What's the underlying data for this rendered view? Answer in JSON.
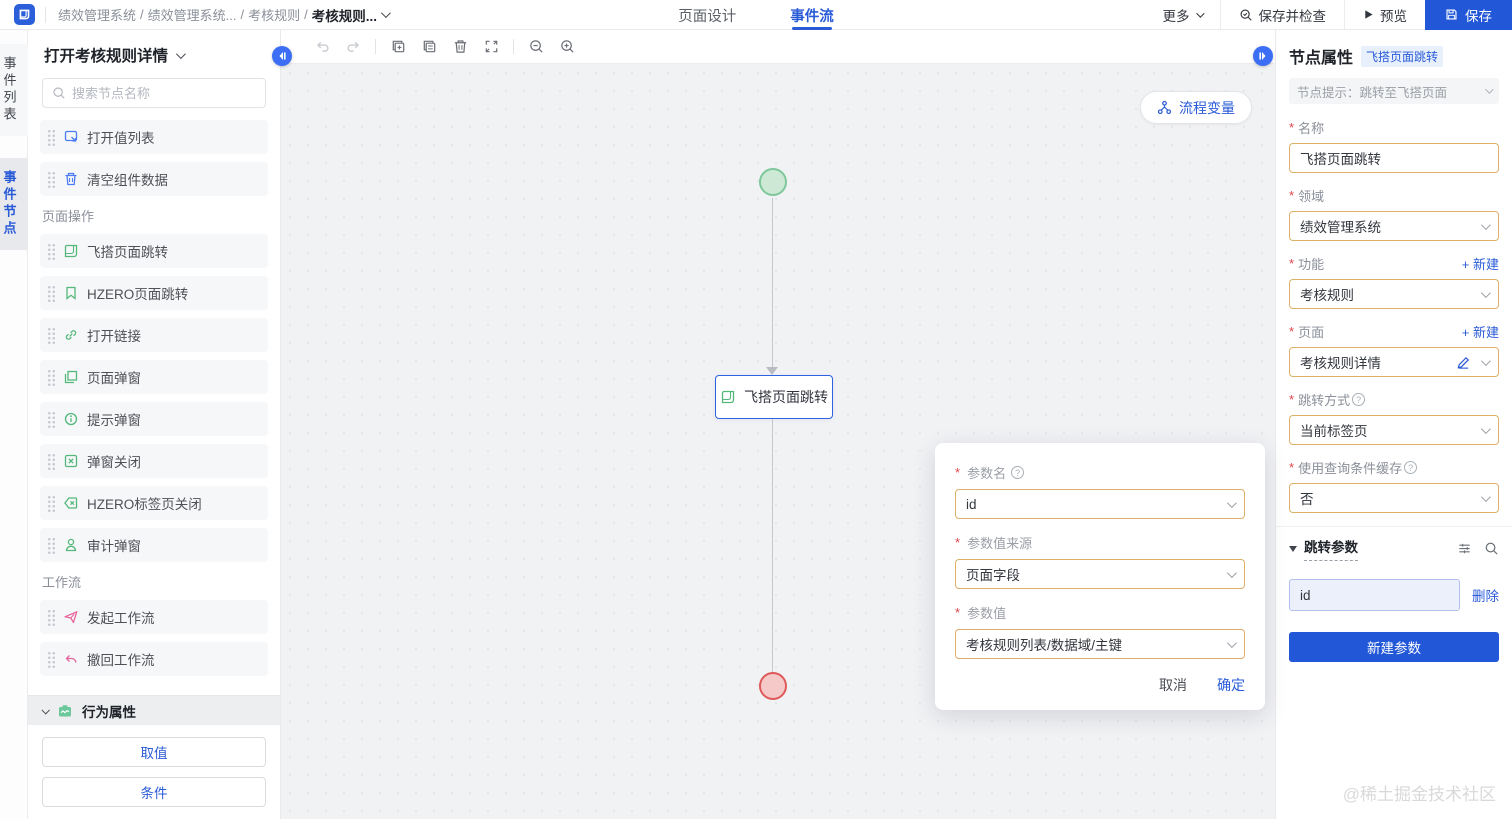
{
  "colors": {
    "accent": "#2a5bd7",
    "save_button": "#2257d8",
    "icon_green": "#53b879",
    "icon_blue": "#4c7bf3",
    "icon_pink": "#e5649b",
    "filled_input_border": "#ddb06a",
    "start_node_fill": "#cde9d6",
    "start_node_border": "#7ec79a",
    "end_node_fill": "#f6c9c9",
    "end_node_border": "#de5a5a",
    "param_box_bg": "#ecf0fb",
    "param_box_border": "#b3c0ec"
  },
  "icons": {
    "help": "?"
  },
  "topbar": {
    "breadcrumb": {
      "separator": "/",
      "parts": [
        "绩效管理系统",
        "绩效管理系统...",
        "考核规则"
      ],
      "current": "考核规则..."
    },
    "tabs": [
      {
        "label": "页面设计"
      },
      {
        "label": "事件流"
      }
    ],
    "more": "更多",
    "save_check": "保存并检查",
    "preview": "预览",
    "save": "保存"
  },
  "left_rail": {
    "tabs": [
      {
        "label": "事件列表"
      },
      {
        "label": "事件节点"
      }
    ]
  },
  "sidebar": {
    "title": "打开考核规则详情",
    "search_placeholder": "搜索节点名称",
    "groups": [
      {
        "label": "",
        "items": [
          {
            "label": "打开值列表"
          },
          {
            "label": "清空组件数据"
          }
        ]
      },
      {
        "label": "页面操作",
        "items": [
          {
            "label": "飞搭页面跳转"
          },
          {
            "label": "HZERO页面跳转"
          },
          {
            "label": "打开链接"
          },
          {
            "label": "页面弹窗"
          },
          {
            "label": "提示弹窗"
          },
          {
            "label": "弹窗关闭"
          },
          {
            "label": "HZERO标签页关闭"
          },
          {
            "label": "审计弹窗"
          }
        ]
      },
      {
        "label": "工作流",
        "items": [
          {
            "label": "发起工作流"
          },
          {
            "label": "撤回工作流"
          }
        ]
      }
    ],
    "behavior_section": "行为属性",
    "footer_buttons": [
      {
        "label": "取值"
      },
      {
        "label": "条件"
      }
    ]
  },
  "canvas": {
    "toolbar_icons": [
      "undo",
      "redo",
      "copy-add",
      "duplicate",
      "delete",
      "fit-view",
      "zoom-out",
      "zoom-in"
    ],
    "variables_button": "流程变量",
    "node": {
      "label": "飞搭页面跳转"
    }
  },
  "dialog": {
    "fields": [
      {
        "label": "参数名",
        "value": "id"
      },
      {
        "label": "参数值来源",
        "value": "页面字段"
      },
      {
        "label": "参数值",
        "value": "考核规则列表/数据域/主键"
      }
    ],
    "cancel": "取消",
    "confirm": "确定"
  },
  "panel": {
    "title": "节点属性",
    "badge": "飞搭页面跳转",
    "hint": "节点提示：跳转至飞搭页面",
    "new_action": "+ 新建",
    "fields": [
      {
        "label": "名称",
        "value": "飞搭页面跳转"
      },
      {
        "label": "领域",
        "value": "绩效管理系统"
      },
      {
        "label": "功能",
        "value": "考核规则"
      },
      {
        "label": "页面",
        "value": "考核规则详情"
      },
      {
        "label": "跳转方式",
        "value": "当前标签页"
      },
      {
        "label": "使用查询条件缓存",
        "value": "否"
      }
    ],
    "params": {
      "title": "跳转参数",
      "item": "id",
      "delete": "删除",
      "new_button": "新建参数"
    }
  },
  "watermark": "@稀土掘金技术社区"
}
